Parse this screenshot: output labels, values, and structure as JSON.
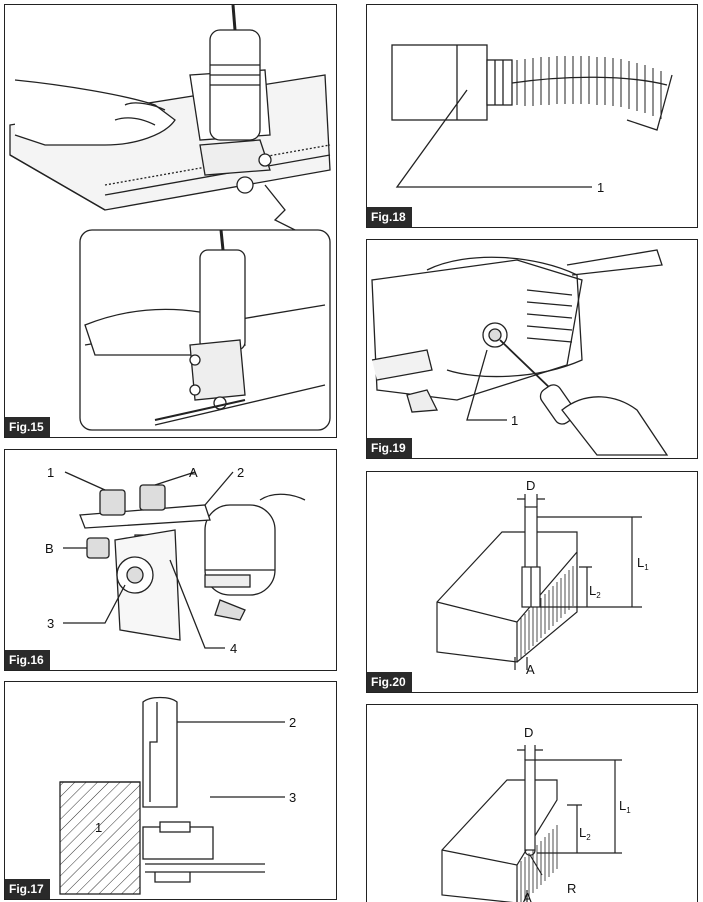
{
  "figures": {
    "fig15": {
      "tag": "Fig.15"
    },
    "fig16": {
      "tag": "Fig.16",
      "labels": {
        "one": "1",
        "a": "A",
        "two": "2",
        "b": "B",
        "three": "3",
        "four": "4"
      }
    },
    "fig17": {
      "tag": "Fig.17",
      "labels": {
        "one": "1",
        "two": "2",
        "three": "3"
      }
    },
    "fig18": {
      "tag": "Fig.18",
      "labels": {
        "one": "1"
      }
    },
    "fig19": {
      "tag": "Fig.19",
      "labels": {
        "one": "1"
      }
    },
    "fig20": {
      "tag": "Fig.20",
      "labels": {
        "d": "D",
        "l1": "L",
        "l1sub": "1",
        "l2": "L",
        "l2sub": "2",
        "a": "A"
      }
    },
    "fig21": {
      "labels": {
        "d": "D",
        "l1": "L",
        "l1sub": "1",
        "l2": "L",
        "l2sub": "2",
        "r": "R",
        "a": "A"
      }
    }
  }
}
